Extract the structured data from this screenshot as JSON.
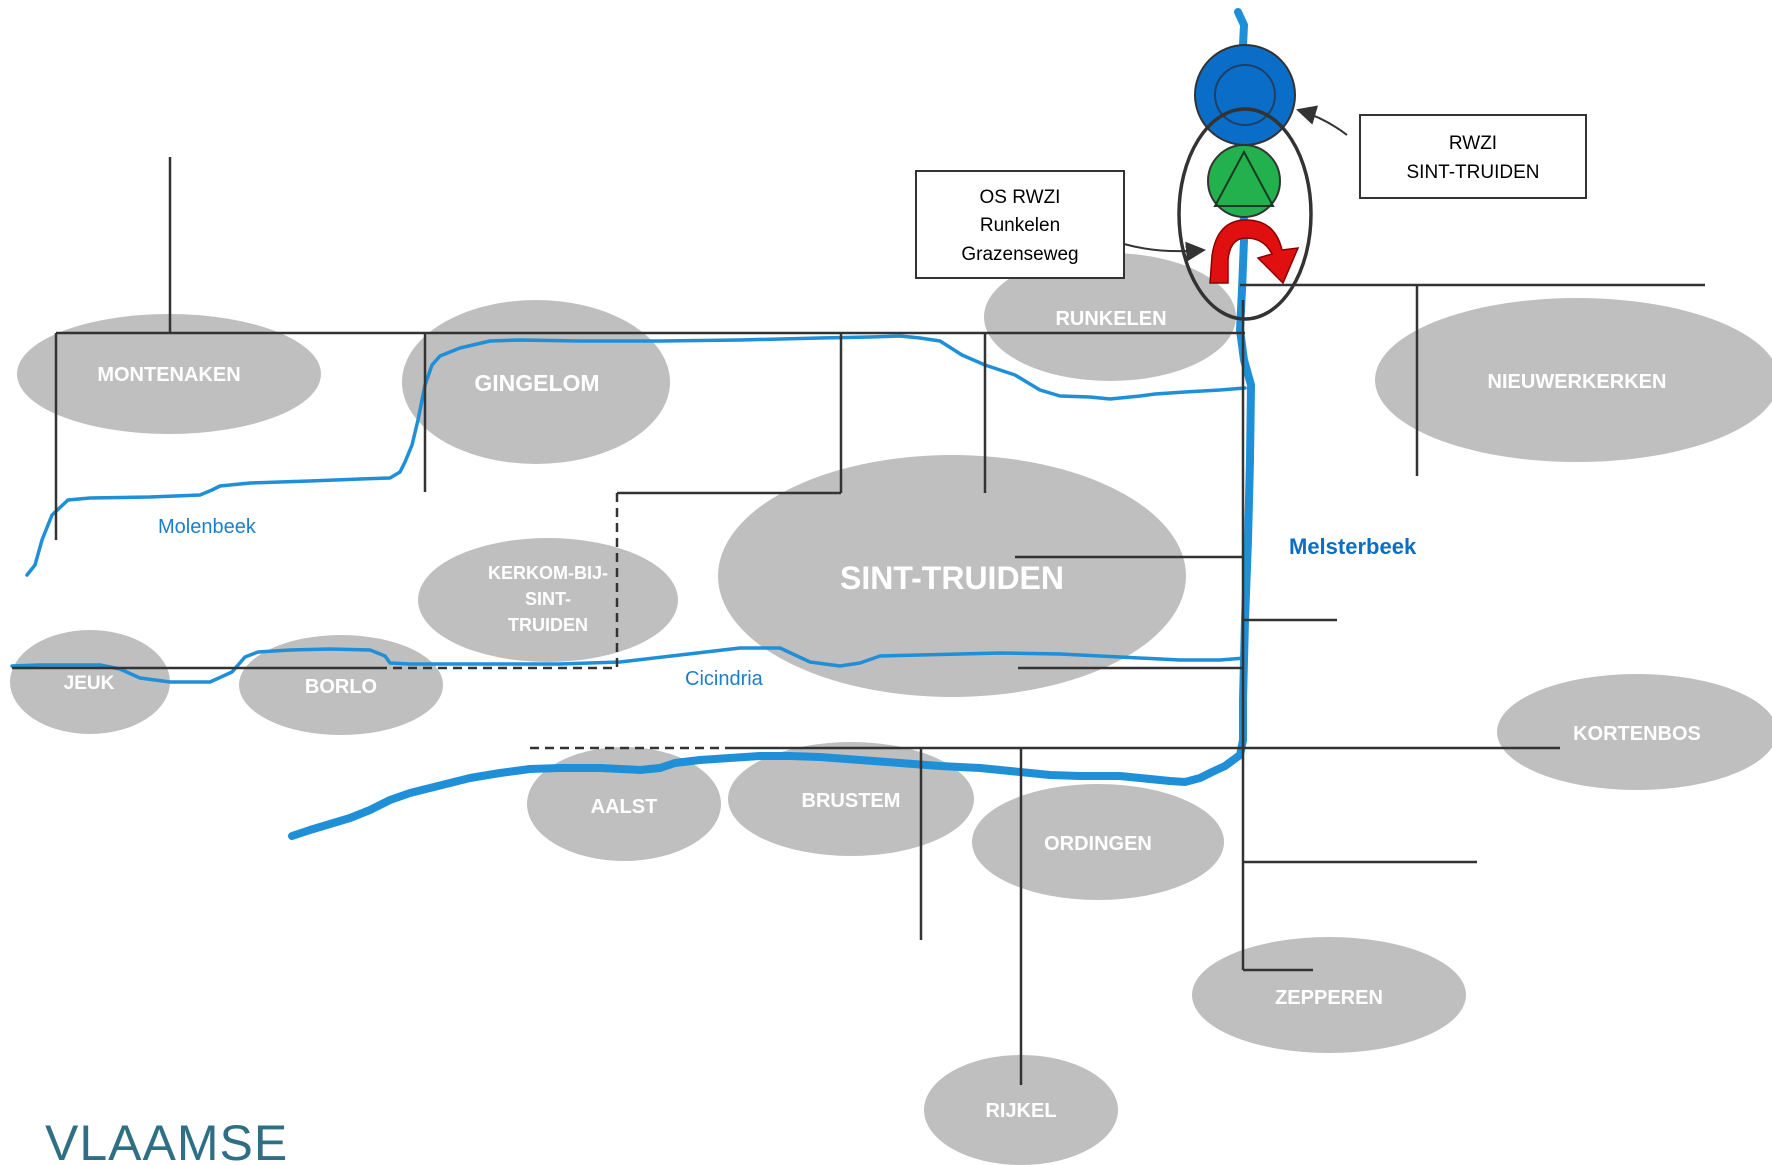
{
  "towns": {
    "montenaken": "MONTENAKEN",
    "gingelom": "GINGELOM",
    "runkelen": "RUNKELEN",
    "nieuwerkerken": "NIEUWERKERKEN",
    "kerkom_line1": "KERKOM-BIJ-",
    "kerkom_line2": "SINT-",
    "kerkom_line3": "TRUIDEN",
    "sint_truiden": "SINT-TRUIDEN",
    "jeuk": "JEUK",
    "borlo": "BORLO",
    "kortenbos": "KORTENBOS",
    "aalst": "AALST",
    "brustem": "BRUSTEM",
    "ordingen": "ORDINGEN",
    "zepperen": "ZEPPEREN",
    "rijkel": "RIJKEL"
  },
  "rivers": {
    "molenbeek": "Molenbeek",
    "melsterbeek": "Melsterbeek",
    "cicindria": "Cicindria"
  },
  "callouts": {
    "rwzi_line1": "RWZI",
    "rwzi_line2": "SINT-TRUIDEN",
    "os_line1": "OS RWZI",
    "os_line2": "Runkelen",
    "os_line3": "Grazenseweg"
  },
  "logo": {
    "text": "VLAAMSE"
  },
  "colors": {
    "town_fill": "#bfbfbf",
    "river": "#1f8fd8",
    "sewer_line": "#333333",
    "rwzi_blue": "#0a6ec8",
    "pump_green": "#22b14c",
    "overflow_red": "#e01010",
    "logo": "#2f6f86"
  }
}
